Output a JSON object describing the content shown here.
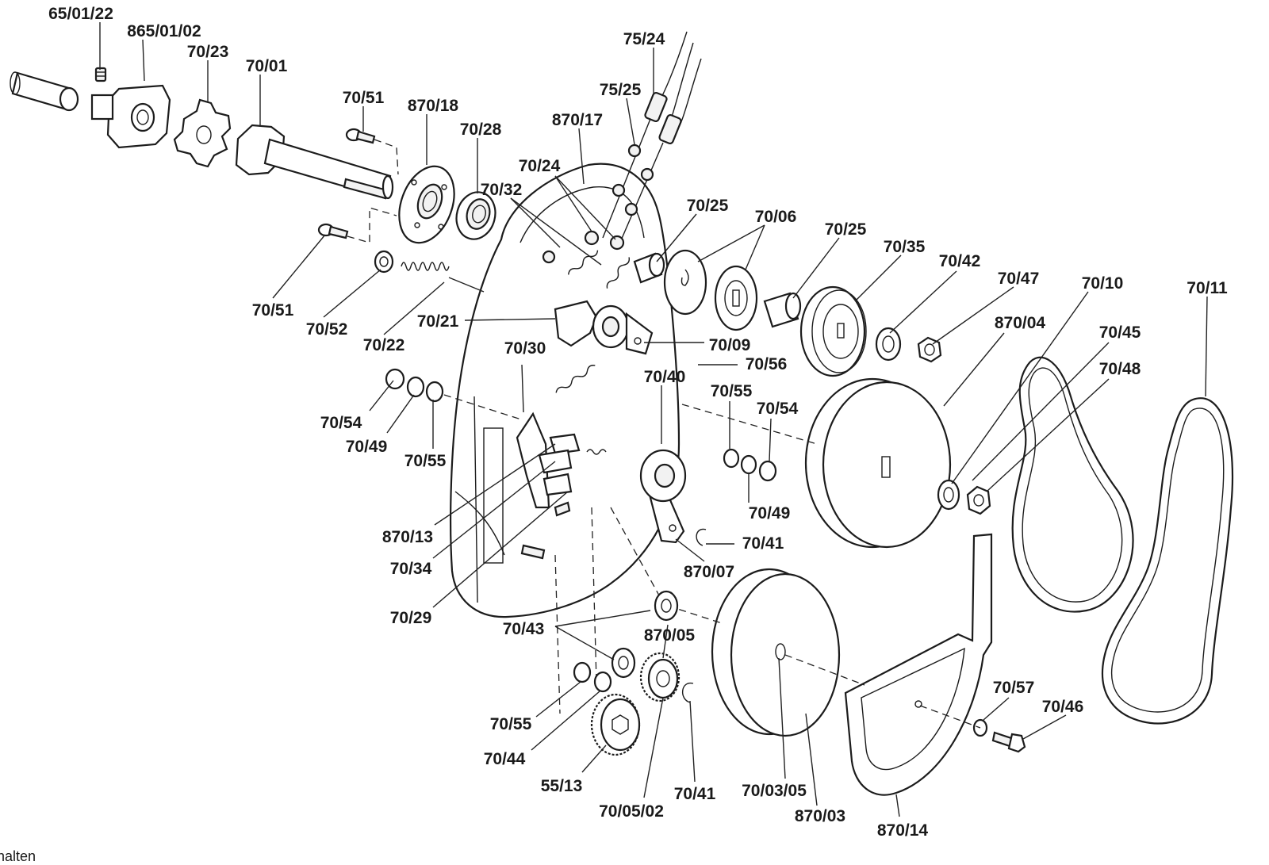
{
  "footer_text": "halten",
  "labels": [
    {
      "id": "l01",
      "text": "65/01/22"
    },
    {
      "id": "l02",
      "text": "865/01/02"
    },
    {
      "id": "l03",
      "text": "70/23"
    },
    {
      "id": "l04",
      "text": "70/01"
    },
    {
      "id": "l05",
      "text": "70/51"
    },
    {
      "id": "l06",
      "text": "870/18"
    },
    {
      "id": "l07",
      "text": "70/28"
    },
    {
      "id": "l08",
      "text": "870/17"
    },
    {
      "id": "l09",
      "text": "75/24"
    },
    {
      "id": "l10",
      "text": "75/25"
    },
    {
      "id": "l11",
      "text": "70/24"
    },
    {
      "id": "l12",
      "text": "70/32"
    },
    {
      "id": "l13",
      "text": "70/25"
    },
    {
      "id": "l14",
      "text": "70/06"
    },
    {
      "id": "l15",
      "text": "70/25"
    },
    {
      "id": "l16",
      "text": "70/35"
    },
    {
      "id": "l17",
      "text": "70/42"
    },
    {
      "id": "l18",
      "text": "70/47"
    },
    {
      "id": "l19",
      "text": "70/10"
    },
    {
      "id": "l20",
      "text": "70/11"
    },
    {
      "id": "l21",
      "text": "70/51"
    },
    {
      "id": "l22",
      "text": "70/52"
    },
    {
      "id": "l23",
      "text": "70/22"
    },
    {
      "id": "l24",
      "text": "70/21"
    },
    {
      "id": "l25",
      "text": "70/09"
    },
    {
      "id": "l26",
      "text": "870/04"
    },
    {
      "id": "l27",
      "text": "70/45"
    },
    {
      "id": "l28",
      "text": "70/56"
    },
    {
      "id": "l29",
      "text": "70/30"
    },
    {
      "id": "l30",
      "text": "70/40"
    },
    {
      "id": "l31",
      "text": "70/55"
    },
    {
      "id": "l32",
      "text": "70/54"
    },
    {
      "id": "l33",
      "text": "70/48"
    },
    {
      "id": "l34",
      "text": "70/54"
    },
    {
      "id": "l35",
      "text": "70/49"
    },
    {
      "id": "l36",
      "text": "70/55"
    },
    {
      "id": "l37",
      "text": "70/49"
    },
    {
      "id": "l38",
      "text": "870/13"
    },
    {
      "id": "l39",
      "text": "70/41"
    },
    {
      "id": "l40",
      "text": "70/34"
    },
    {
      "id": "l41",
      "text": "870/07"
    },
    {
      "id": "l42",
      "text": "70/29"
    },
    {
      "id": "l43",
      "text": "70/43"
    },
    {
      "id": "l44",
      "text": "870/05"
    },
    {
      "id": "l45",
      "text": "70/57"
    },
    {
      "id": "l46",
      "text": "70/46"
    },
    {
      "id": "l47",
      "text": "70/55"
    },
    {
      "id": "l48",
      "text": "70/44"
    },
    {
      "id": "l49",
      "text": "55/13"
    },
    {
      "id": "l50",
      "text": "70/41"
    },
    {
      "id": "l51",
      "text": "70/03/05"
    },
    {
      "id": "l52",
      "text": "70/05/02"
    },
    {
      "id": "l53",
      "text": "870/03"
    },
    {
      "id": "l54",
      "text": "870/14"
    }
  ]
}
